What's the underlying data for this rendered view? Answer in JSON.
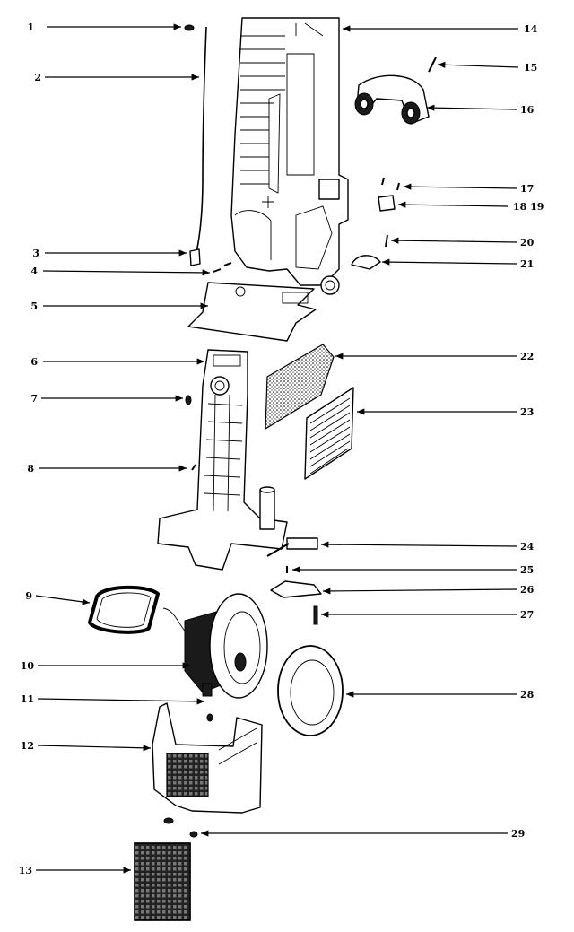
{
  "callouts": [
    {
      "id": "1",
      "name": "callout-1"
    },
    {
      "id": "2",
      "name": "callout-2"
    },
    {
      "id": "3",
      "name": "callout-3"
    },
    {
      "id": "4",
      "name": "callout-4"
    },
    {
      "id": "5",
      "name": "callout-5"
    },
    {
      "id": "6",
      "name": "callout-6"
    },
    {
      "id": "7",
      "name": "callout-7"
    },
    {
      "id": "8",
      "name": "callout-8"
    },
    {
      "id": "9",
      "name": "callout-9"
    },
    {
      "id": "10",
      "name": "callout-10"
    },
    {
      "id": "11",
      "name": "callout-11"
    },
    {
      "id": "12",
      "name": "callout-12"
    },
    {
      "id": "13",
      "name": "callout-13"
    },
    {
      "id": "14",
      "name": "callout-14"
    },
    {
      "id": "15",
      "name": "callout-15"
    },
    {
      "id": "16",
      "name": "callout-16"
    },
    {
      "id": "17",
      "name": "callout-17"
    },
    {
      "id": "18 19",
      "name": "callout-18-19"
    },
    {
      "id": "20",
      "name": "callout-20"
    },
    {
      "id": "21",
      "name": "callout-21"
    },
    {
      "id": "22",
      "name": "callout-22"
    },
    {
      "id": "23",
      "name": "callout-23"
    },
    {
      "id": "24",
      "name": "callout-24"
    },
    {
      "id": "25",
      "name": "callout-25"
    },
    {
      "id": "26",
      "name": "callout-26"
    },
    {
      "id": "27",
      "name": "callout-27"
    },
    {
      "id": "28",
      "name": "callout-28"
    },
    {
      "id": "29",
      "name": "callout-29"
    }
  ]
}
